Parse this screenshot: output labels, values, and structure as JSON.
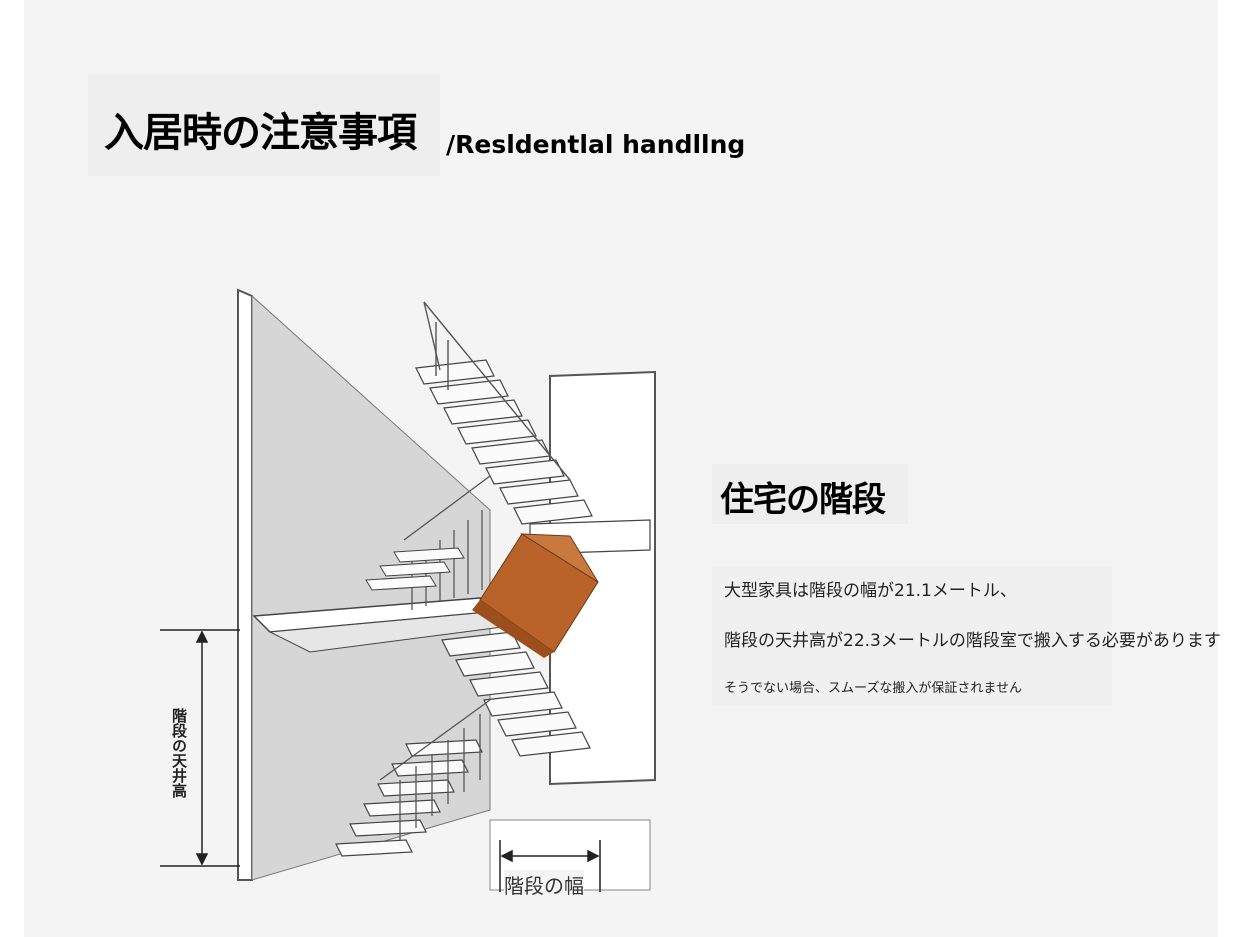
{
  "header": {
    "title": "入居時の注意事項",
    "subtitle": "/Resldentlal handllng"
  },
  "section": {
    "title": "住宅の階段"
  },
  "description": {
    "line1": "大型家具は階段の幅が21.1メートル、",
    "line2": "階段の天井高が22.3メートルの階段室で搬入する必要があります",
    "line3": "そうでない場合、スムーズな搬入が保証されません"
  },
  "diagram": {
    "height_label": "階段の天井高",
    "width_label": "階段の幅",
    "box_color": "#b5601e"
  }
}
